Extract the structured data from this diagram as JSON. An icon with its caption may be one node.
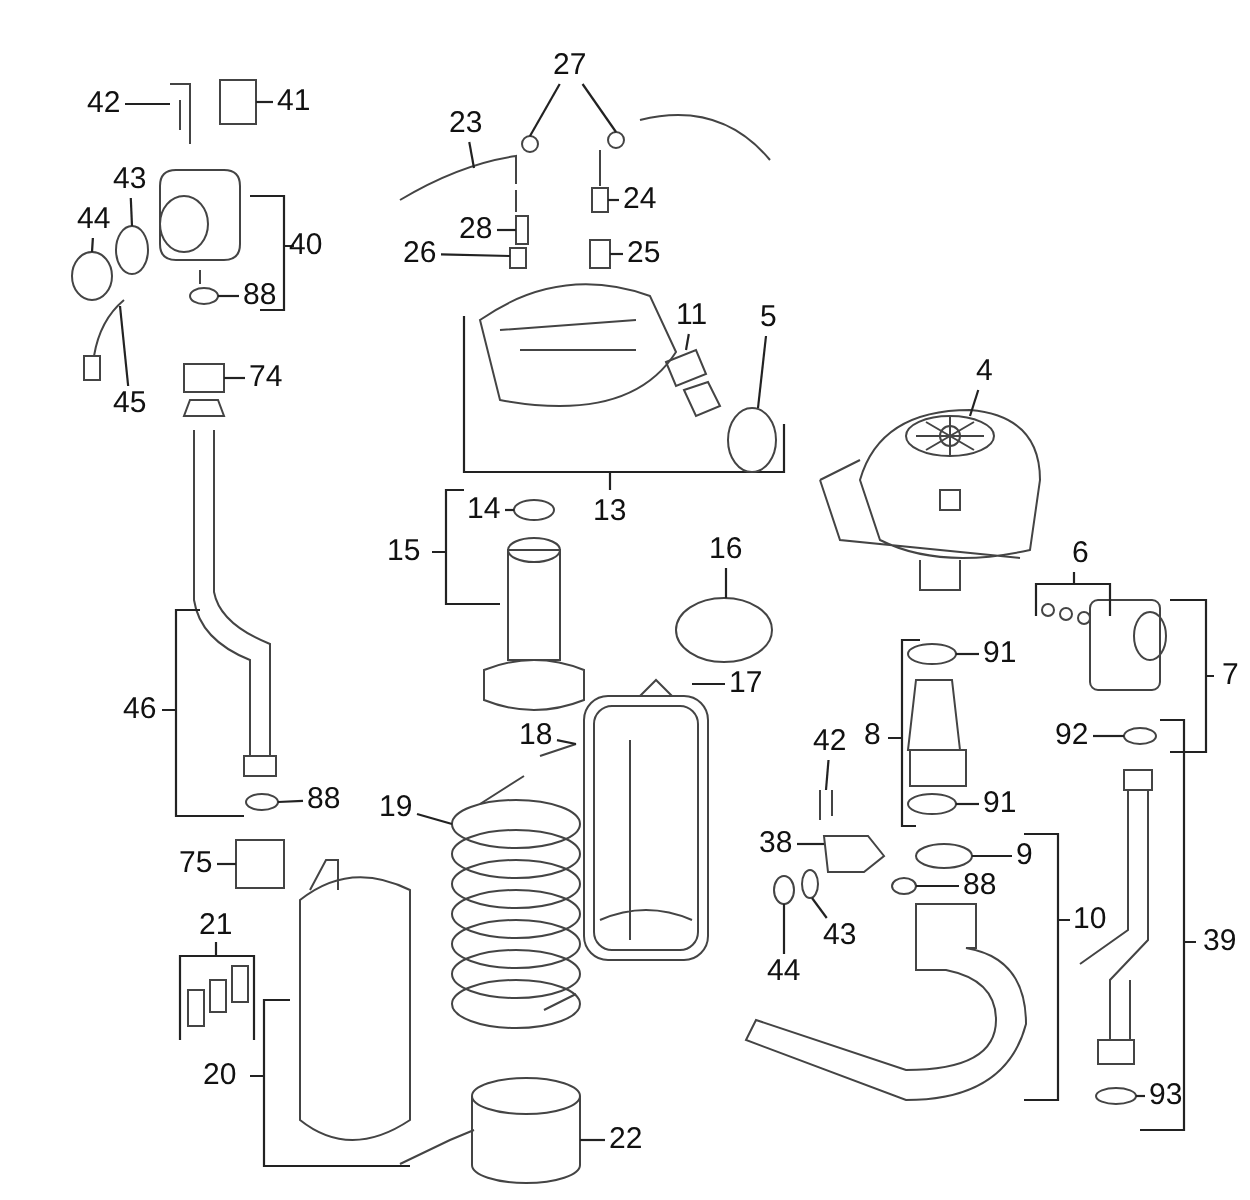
{
  "diagram": {
    "nodes": [
      {
        "text": [
          "27"
        ]
      },
      {
        "text": [
          "42"
        ]
      },
      {
        "text": [
          "41"
        ]
      },
      {
        "text": [
          "23"
        ]
      },
      {
        "text": [
          "43"
        ]
      },
      {
        "text": [
          "24"
        ]
      },
      {
        "text": [
          "44"
        ]
      },
      {
        "text": [
          "28"
        ]
      },
      {
        "text": [
          "26"
        ]
      },
      {
        "text": [
          "25"
        ]
      },
      {
        "text": [
          "88"
        ]
      },
      {
        "text": [
          "11"
        ]
      },
      {
        "text": [
          "5"
        ]
      },
      {
        "text": [
          "45"
        ]
      },
      {
        "text": [
          "74"
        ]
      },
      {
        "text": [
          "4"
        ]
      },
      {
        "text": [
          "14"
        ]
      },
      {
        "text": [
          "16"
        ]
      },
      {
        "text": [
          "91"
        ]
      },
      {
        "text": [
          "17"
        ]
      },
      {
        "text": [
          "18"
        ]
      },
      {
        "text": [
          "92"
        ]
      },
      {
        "text": [
          "42"
        ]
      },
      {
        "text": [
          "88"
        ]
      },
      {
        "text": [
          "19"
        ]
      },
      {
        "text": [
          "91"
        ]
      },
      {
        "text": [
          "38"
        ]
      },
      {
        "text": [
          "9"
        ]
      },
      {
        "text": [
          "75"
        ]
      },
      {
        "text": [
          "88"
        ]
      },
      {
        "text": [
          "43"
        ]
      },
      {
        "text": [
          "44"
        ]
      },
      {
        "text": [
          "93"
        ]
      },
      {
        "text": [
          "22"
        ]
      },
      {
        "text": [],
        "shape": "circle"
      },
      {
        "text": [],
        "shape": "circle"
      },
      {
        "text": [],
        "shape": "picture"
      },
      {
        "text": [],
        "shape": "box"
      },
      {
        "text": [],
        "shape": "picture"
      },
      {
        "text": [],
        "shape": "circle"
      },
      {
        "text": [],
        "shape": "box"
      },
      {
        "text": [],
        "shape": "circle"
      },
      {
        "text": [],
        "shape": "box"
      },
      {
        "text": [],
        "shape": "box"
      },
      {
        "text": [],
        "shape": "box"
      },
      {
        "text": [],
        "shape": "circle"
      },
      {
        "text": [],
        "shape": "picture"
      },
      {
        "text": [],
        "shape": "circle"
      },
      {
        "text": [],
        "shape": "picture"
      },
      {
        "text": [],
        "shape": "box"
      },
      {
        "text": [],
        "shape": "picture"
      },
      {
        "text": [],
        "shape": "circle"
      },
      {
        "text": [],
        "shape": "circle"
      },
      {
        "text": [],
        "shape": "circle"
      },
      {
        "text": [],
        "shape": "picture"
      },
      {
        "text": [],
        "shape": "picture"
      },
      {
        "text": [],
        "shape": "circle"
      },
      {
        "text": [],
        "shape": "picture"
      },
      {
        "text": [],
        "shape": "circle"
      },
      {
        "text": [],
        "shape": "picture"
      },
      {
        "text": [],
        "shape": "circle"
      },
      {
        "text": [],
        "shape": "picture"
      },
      {
        "text": [],
        "shape": "circle"
      },
      {
        "text": [],
        "shape": "box"
      },
      {
        "text": [],
        "shape": "circle"
      },
      {
        "text": [],
        "shape": "circle"
      },
      {
        "text": [],
        "shape": "circle"
      },
      {
        "text": [],
        "shape": "circle"
      },
      {
        "text": [],
        "shape": "cylinder"
      }
    ],
    "edges": [
      {
        "from": 0,
        "to": 34,
        "arrow": "none"
      },
      {
        "from": 0,
        "to": 35,
        "arrow": "none"
      },
      {
        "from": 1,
        "to": 36,
        "arrow": "none"
      },
      {
        "from": 2,
        "to": 37,
        "arrow": "none"
      },
      {
        "from": 3,
        "to": 38,
        "arrow": "none"
      },
      {
        "from": 4,
        "to": 39,
        "arrow": "none"
      },
      {
        "from": 5,
        "to": 40,
        "arrow": "none"
      },
      {
        "from": 6,
        "to": 41,
        "arrow": "none"
      },
      {
        "from": 7,
        "to": 42,
        "arrow": "none"
      },
      {
        "from": 8,
        "to": 43,
        "arrow": "none"
      },
      {
        "from": 9,
        "to": 44,
        "arrow": "none"
      },
      {
        "from": 10,
        "to": 45,
        "arrow": "none"
      },
      {
        "from": 11,
        "to": 46,
        "arrow": "none"
      },
      {
        "from": 12,
        "to": 47,
        "arrow": "none"
      },
      {
        "from": 13,
        "to": 48,
        "arrow": "none"
      },
      {
        "from": 14,
        "to": 49,
        "arrow": "none"
      },
      {
        "from": 15,
        "to": 50,
        "arrow": "none"
      },
      {
        "from": 16,
        "to": 51,
        "arrow": "none"
      },
      {
        "from": 17,
        "to": 52,
        "arrow": "none"
      },
      {
        "from": 18,
        "to": 53,
        "arrow": "none"
      },
      {
        "from": 19,
        "to": 54,
        "arrow": "none"
      },
      {
        "from": 20,
        "to": 55,
        "arrow": "none"
      },
      {
        "from": 21,
        "to": 56,
        "arrow": "none"
      },
      {
        "from": 22,
        "to": 57,
        "arrow": "none"
      },
      {
        "from": 23,
        "to": 58,
        "arrow": "none"
      },
      {
        "from": 24,
        "to": 59,
        "arrow": "none"
      },
      {
        "from": 25,
        "to": 60,
        "arrow": "none"
      },
      {
        "from": 26,
        "to": 61,
        "arrow": "none"
      },
      {
        "from": 27,
        "to": 62,
        "arrow": "none"
      },
      {
        "from": 28,
        "to": 63,
        "arrow": "none"
      },
      {
        "from": 29,
        "to": 64,
        "arrow": "none"
      },
      {
        "from": 30,
        "to": 65,
        "arrow": "none"
      },
      {
        "from": 31,
        "to": 66,
        "arrow": "none"
      },
      {
        "from": 32,
        "to": 67,
        "arrow": "none"
      },
      {
        "from": 33,
        "to": 68,
        "arrow": "none"
      }
    ],
    "labels": [
      "40",
      "13",
      "15",
      "6",
      "7",
      "46",
      "8",
      "10",
      "21",
      "39",
      "20"
    ]
  }
}
